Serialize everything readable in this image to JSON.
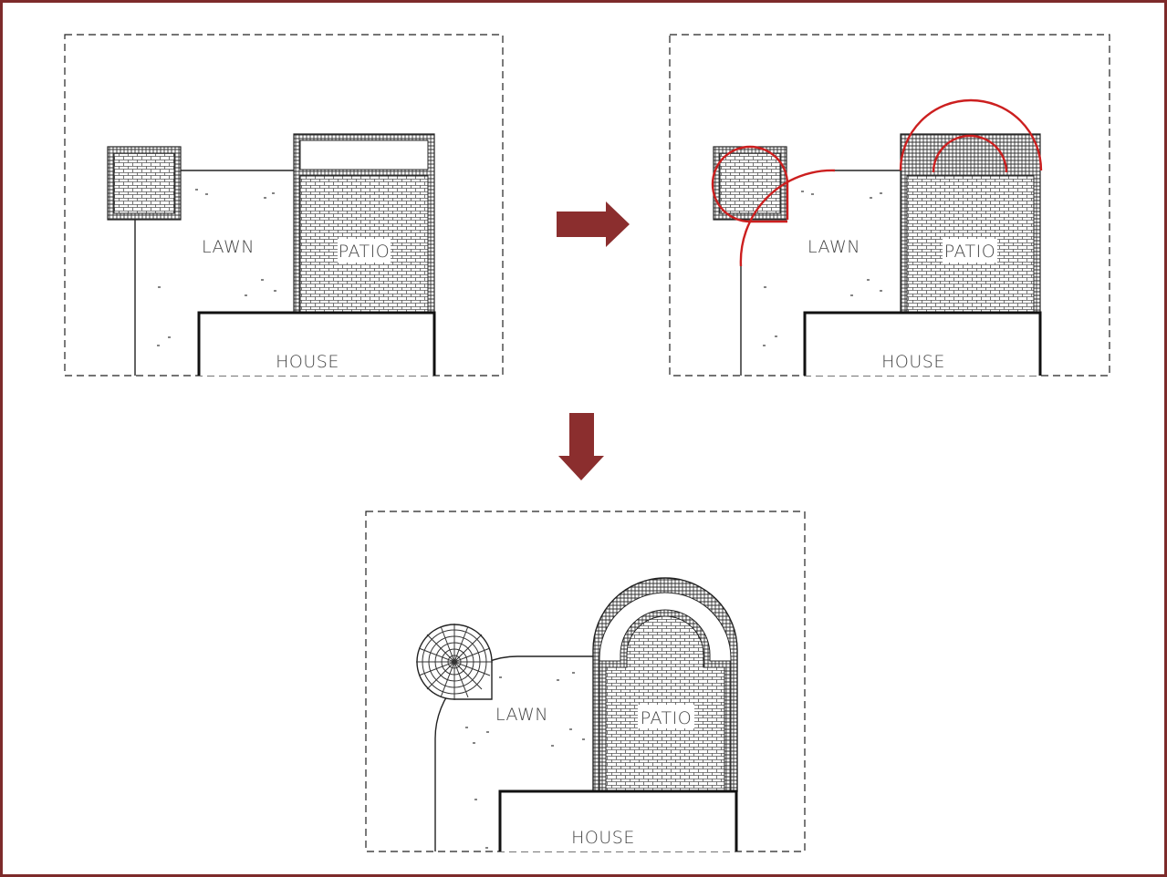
{
  "colors": {
    "frame": "#7d2a2a",
    "arrow": "#8b2e2e",
    "redline": "#cc1f1f",
    "ink": "#1a1a1a"
  },
  "labels": {
    "lawn": "LAWN",
    "patio": "PATIO",
    "house": "HOUSE"
  },
  "icons": {
    "arrow_right": "arrow-right-icon",
    "arrow_down": "arrow-down-icon"
  }
}
